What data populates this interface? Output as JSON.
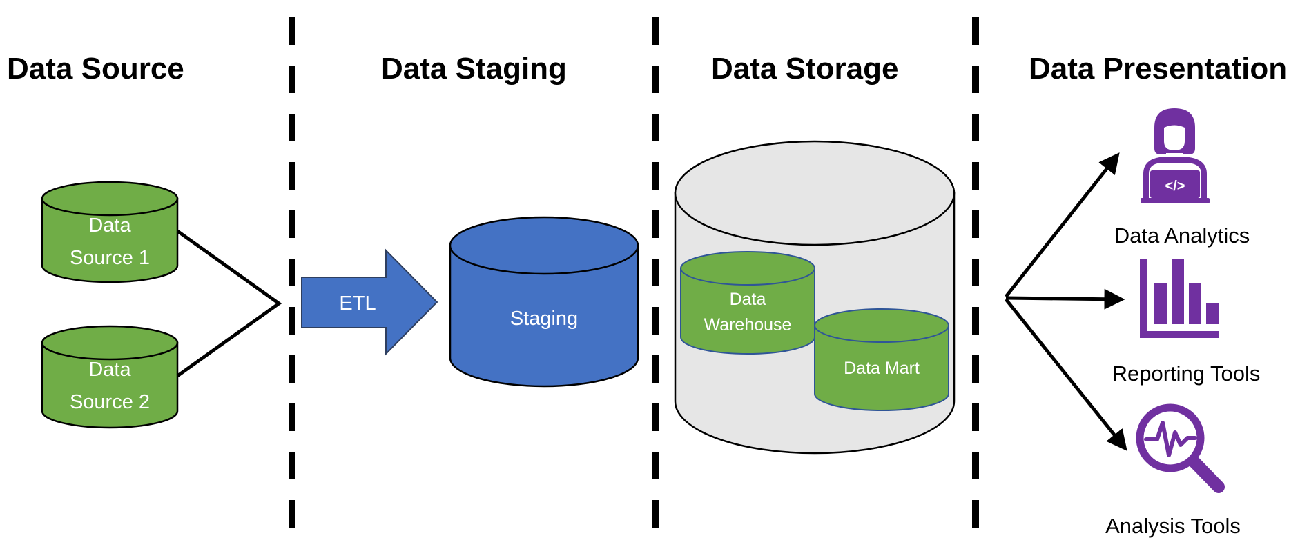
{
  "colors": {
    "source_green": "#70ad47",
    "staging_blue": "#4472c4",
    "storage_gray": "#e6e6e6",
    "icon_purple": "#7030a0",
    "inner_outline": "#2f5597"
  },
  "headings": {
    "source": "Data Source",
    "staging": "Data Staging",
    "storage": "Data Storage",
    "presentation": "Data Presentation"
  },
  "sources": [
    {
      "line1": "Data",
      "line2": "Source 1"
    },
    {
      "line1": "Data",
      "line2": "Source 2"
    }
  ],
  "etl": {
    "label": "ETL"
  },
  "staging": {
    "label": "Staging"
  },
  "storage": {
    "warehouse": {
      "line1": "Data",
      "line2": "Warehouse"
    },
    "mart": {
      "label": "Data Mart"
    }
  },
  "presentation": {
    "items": [
      {
        "label": "Data Analytics",
        "icon": "developer-laptop-icon"
      },
      {
        "label": "Reporting Tools",
        "icon": "bar-chart-icon"
      },
      {
        "label": "Analysis Tools",
        "icon": "magnifier-pulse-icon"
      }
    ]
  }
}
